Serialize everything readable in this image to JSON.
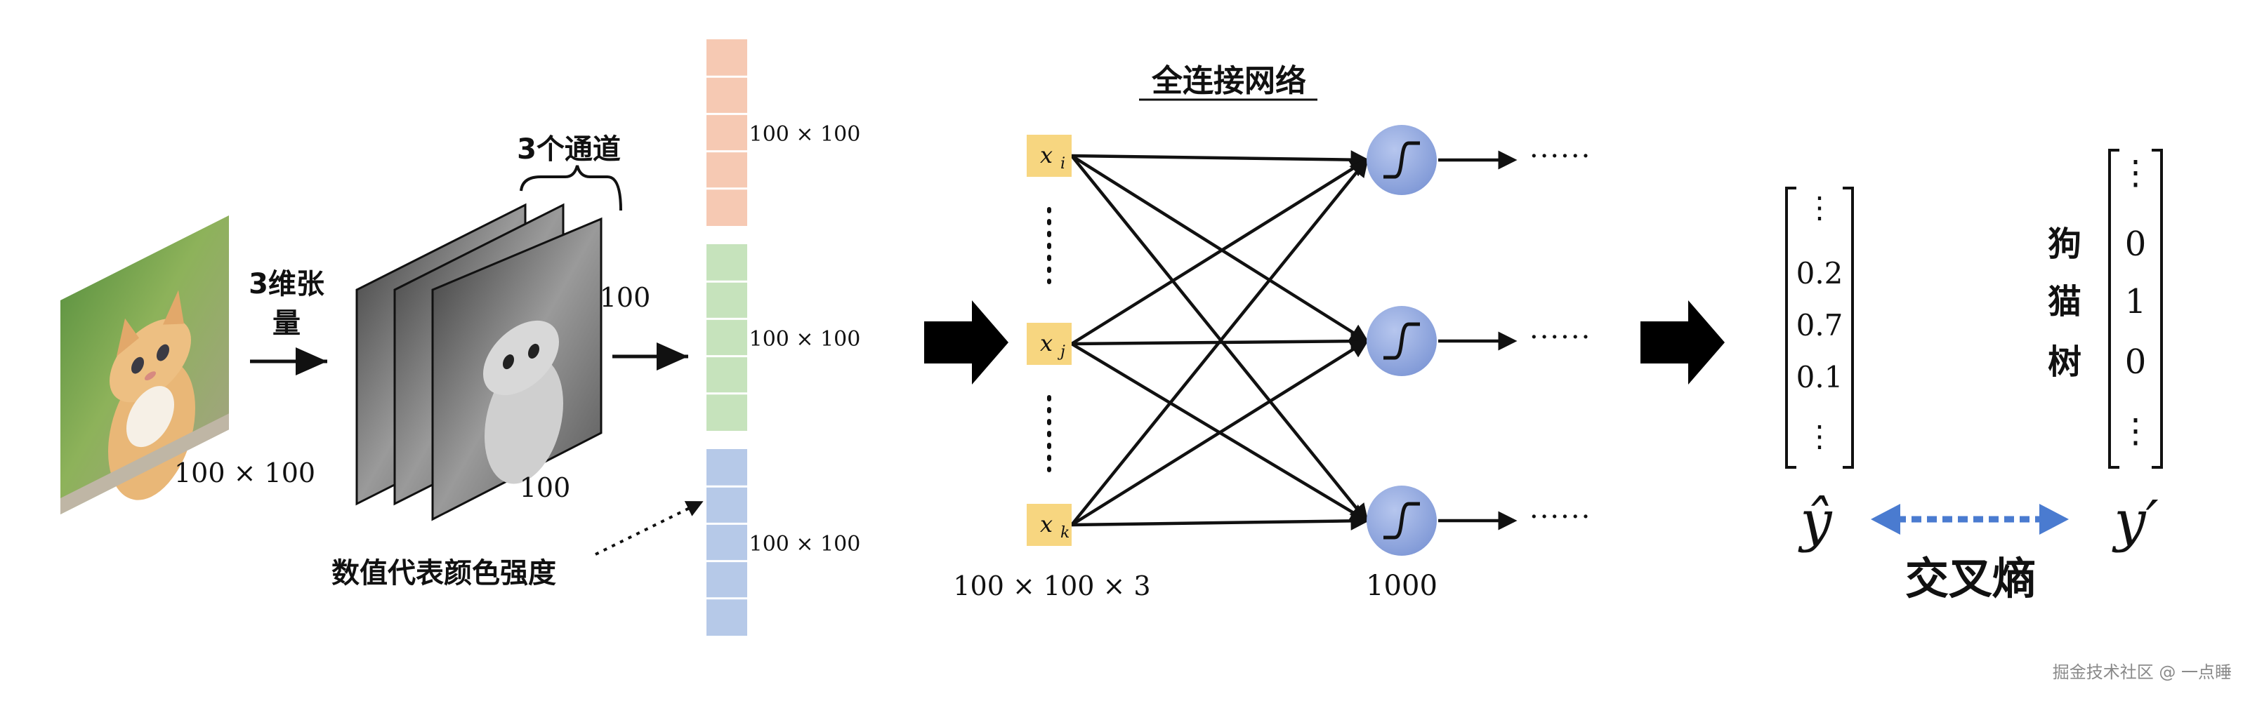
{
  "input_image": {
    "size_label": "100 × 100",
    "arrow_label_line1": "3维张",
    "arrow_label_line2": "量"
  },
  "channels": {
    "brace_label": "3个通道",
    "width_label": "100",
    "height_label": "100",
    "note": "数值代表颜色强度"
  },
  "vectors": [
    {
      "label": "100 × 100",
      "color": "#f6c9b3"
    },
    {
      "label": "100 × 100",
      "color": "#c6e3bc"
    },
    {
      "label": "100 × 100",
      "color": "#b6c9e8"
    }
  ],
  "network": {
    "title": "全连接网络",
    "inputs": [
      {
        "base": "x",
        "sub": "i"
      },
      {
        "base": "x",
        "sub": "j"
      },
      {
        "base": "x",
        "sub": "k"
      }
    ],
    "input_color": "#f7d680",
    "neuron_color": "#8fa8e0",
    "input_size_label": "100 × 100 × 3",
    "output_count_label": "1000",
    "ellipsis": "······"
  },
  "prediction": {
    "values": [
      "⋮",
      "0.2",
      "0.7",
      "0.1",
      "⋮"
    ],
    "symbol": "ŷ"
  },
  "target": {
    "rows": [
      {
        "class": "",
        "value": "⋮"
      },
      {
        "class": "狗",
        "value": "0"
      },
      {
        "class": "猫",
        "value": "1"
      },
      {
        "class": "树",
        "value": "0"
      },
      {
        "class": "",
        "value": "⋮"
      }
    ],
    "symbol": "y′"
  },
  "loss": {
    "label": "交叉熵",
    "arrow_color": "#4a7bd0"
  },
  "watermark": "掘金技术社区 @ 一点睡"
}
